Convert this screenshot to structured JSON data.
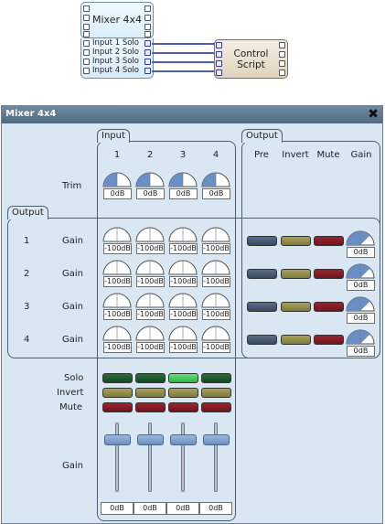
{
  "schematic": {
    "mixer_block": {
      "title": "Mixer 4x4",
      "io_labels": [
        "Input 1 Solo",
        "Input 2 Solo",
        "Input 3 Solo",
        "Input 4 Solo"
      ]
    },
    "control_block": {
      "title_line1": "Control",
      "title_line2": "Script"
    }
  },
  "window": {
    "title": "Mixer 4x4",
    "close_glyph": "✖",
    "input_section": {
      "tab_label": "Input",
      "columns": [
        "1",
        "2",
        "3",
        "4"
      ],
      "trim_label": "Trim",
      "trim_values": [
        "0dB",
        "0dB",
        "0dB",
        "0dB"
      ],
      "trim_levels": [
        0.5,
        0.5,
        0.5,
        0.5
      ]
    },
    "output_section": {
      "tab_label": "Output",
      "columns": [
        "Pre",
        "Invert",
        "Mute",
        "Gain"
      ]
    },
    "matrix_section": {
      "tab_label": "Output",
      "rows": [
        {
          "label": "1",
          "gain_label": "Gain",
          "values": [
            "-100dB",
            "-100dB",
            "-100dB",
            "-100dB"
          ],
          "out_gain": "0dB"
        },
        {
          "label": "2",
          "gain_label": "Gain",
          "values": [
            "-100dB",
            "-100dB",
            "-100dB",
            "-100dB"
          ],
          "out_gain": "0dB"
        },
        {
          "label": "3",
          "gain_label": "Gain",
          "values": [
            "-100dB",
            "-100dB",
            "-100dB",
            "-100dB"
          ],
          "out_gain": "0dB"
        },
        {
          "label": "4",
          "gain_label": "Gain",
          "values": [
            "-100dB",
            "-100dB",
            "-100dB",
            "-100dB"
          ],
          "out_gain": "0dB"
        }
      ]
    },
    "input_controls": {
      "solo_label": "Solo",
      "invert_label": "Invert",
      "mute_label": "Mute",
      "gain_label": "Gain",
      "solo_states": [
        false,
        false,
        true,
        false
      ],
      "fader_values": [
        "0dB",
        "0dB",
        "0dB",
        "0dB"
      ]
    },
    "colors": {
      "pre": "#3a4961",
      "invert": "#8b8644",
      "mute": "#7c1820",
      "solo_off": "#1b5a2b",
      "solo_on": "#3fcc5a",
      "knob_fill": "#6a8fc7",
      "titlebar": "#5a7389"
    }
  }
}
